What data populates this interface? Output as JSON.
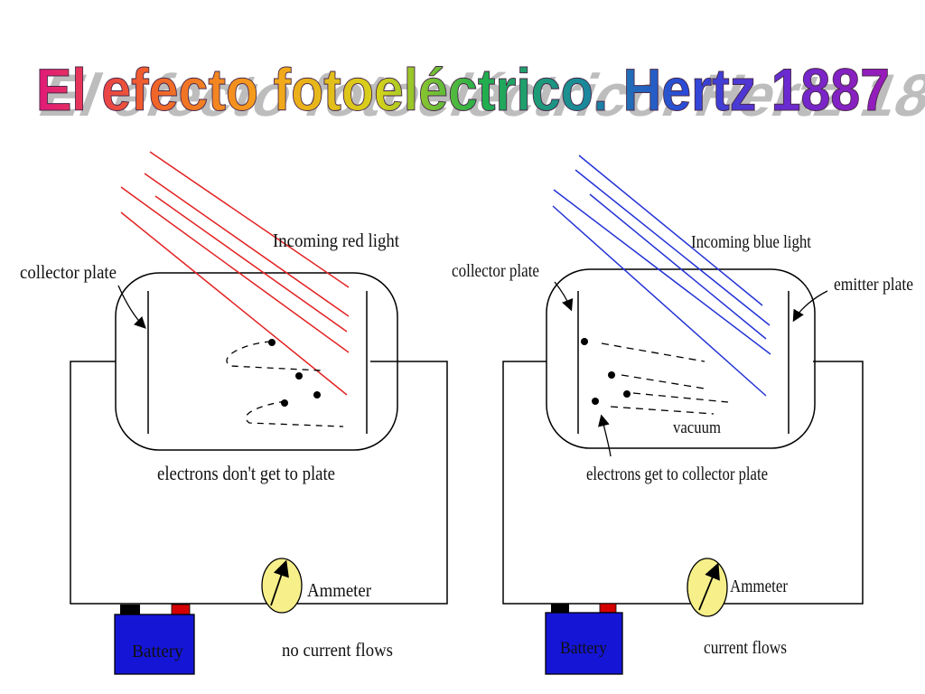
{
  "title": "El efecto fotoeléctrico. Hertz 1887",
  "colors": {
    "red_light": "#e32222",
    "blue_light": "#2433d6",
    "battery_fill": "#1515d6",
    "battery_terminal_black": "#000000",
    "battery_terminal_red": "#d40000",
    "ammeter_fill": "#f7f08a",
    "title_gradient": [
      "#e0187a",
      "#f0602a",
      "#f5a21a",
      "#d5d21a",
      "#22b04a",
      "#1a8a9a",
      "#2a4ad8",
      "#6a2ad0",
      "#9a1ab8"
    ]
  },
  "left_diagram": {
    "light_label": "Incoming red light",
    "collector_label": "collector plate",
    "result_label": "electrons don't get to plate",
    "ammeter_label": "Ammeter",
    "battery_label": "Battery",
    "current_label": "no current flows"
  },
  "right_diagram": {
    "light_label": "Incoming blue light",
    "collector_label": "collector plate",
    "emitter_label": "emitter plate",
    "vacuum_label": "vacuum",
    "result_label": "electrons get to collector plate",
    "ammeter_label": "Ammeter",
    "battery_label": "Battery",
    "current_label": "current flows"
  },
  "icons": {
    "ammeter": "ammeter-dial-icon",
    "battery": "battery-icon"
  }
}
